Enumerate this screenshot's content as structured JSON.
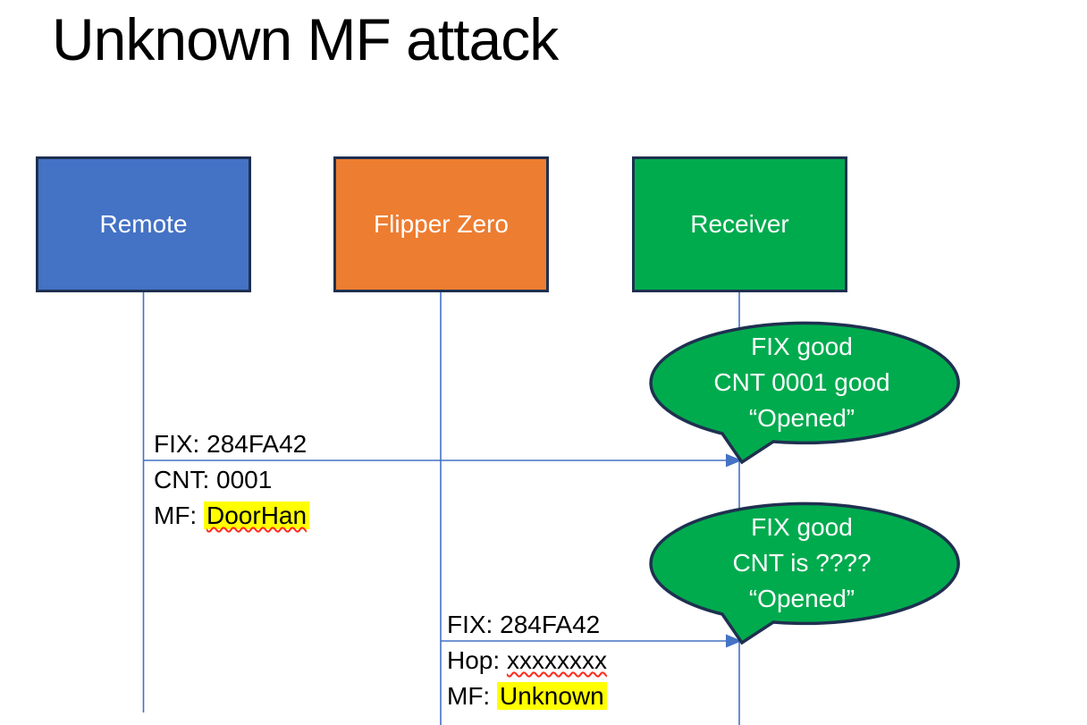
{
  "title": "Unknown MF attack",
  "actors": [
    {
      "label": "Remote",
      "fill": "#4472c4"
    },
    {
      "label": "Flipper Zero",
      "fill": "#ed7d31"
    },
    {
      "label": "Receiver",
      "fill": "#00ab4e"
    }
  ],
  "messages": [
    {
      "fix": "FIX: 284FA42",
      "cnt": "CNT: 0001",
      "mf_prefix": "MF: ",
      "mf_value": "DoorHan"
    },
    {
      "fix": "FIX: 284FA42",
      "hop_prefix": "Hop: ",
      "hop_value": "xxxxxxxx",
      "mf_prefix": "MF: ",
      "mf_value": "Unknown"
    }
  ],
  "bubbles": [
    {
      "line1": "FIX good",
      "line2": "CNT 0001 good",
      "line3": "“Opened”"
    },
    {
      "line1": "FIX good",
      "line2": "CNT is ????",
      "line3": "“Opened”"
    }
  ],
  "colors": {
    "actor_border": "#1f3050",
    "lifeline_and_arrow": "#4472c4",
    "bubble_fill": "#00ab4e",
    "bubble_border": "#1f3050",
    "highlight": "#ffff00",
    "squiggle": "#ff2a1a",
    "title_text": "#000000",
    "actor_text": "#ffffff",
    "bubble_text": "#ffffff",
    "message_text": "#000000"
  }
}
